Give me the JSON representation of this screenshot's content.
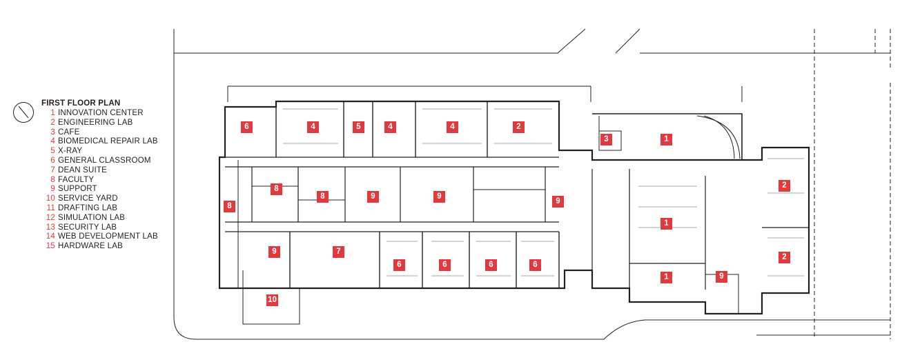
{
  "legend": {
    "title": "FIRST FLOOR PLAN",
    "items": [
      {
        "num": "1",
        "label": "INNOVATION CENTER"
      },
      {
        "num": "2",
        "label": "ENGINEERING LAB"
      },
      {
        "num": "3",
        "label": "CAFE"
      },
      {
        "num": "4",
        "label": "BIOMEDICAL REPAIR LAB"
      },
      {
        "num": "5",
        "label": "X-RAY"
      },
      {
        "num": "6",
        "label": "GENERAL CLASSROOM"
      },
      {
        "num": "7",
        "label": "DEAN SUITE"
      },
      {
        "num": "8",
        "label": "FACULTY"
      },
      {
        "num": "9",
        "label": "SUPPORT"
      },
      {
        "num": "10",
        "label": "SERVICE YARD"
      },
      {
        "num": "11",
        "label": "DRAFTING LAB"
      },
      {
        "num": "12",
        "label": "SIMULATION LAB"
      },
      {
        "num": "13",
        "label": "SECURITY LAB"
      },
      {
        "num": "14",
        "label": "WEB DEVELOPMENT LAB"
      },
      {
        "num": "15",
        "label": "HARDWARE LAB"
      }
    ]
  },
  "rooms": [
    "6",
    "4",
    "5",
    "4",
    "4",
    "2",
    "3",
    "1",
    "8",
    "8",
    "8",
    "9",
    "9",
    "9",
    "2",
    "1",
    "2",
    "9",
    "7",
    "6",
    "6",
    "6",
    "6",
    "1",
    "9",
    "10"
  ],
  "colors": {
    "tag": "#e0393e",
    "line": "#231f20",
    "text": "#231f20"
  }
}
